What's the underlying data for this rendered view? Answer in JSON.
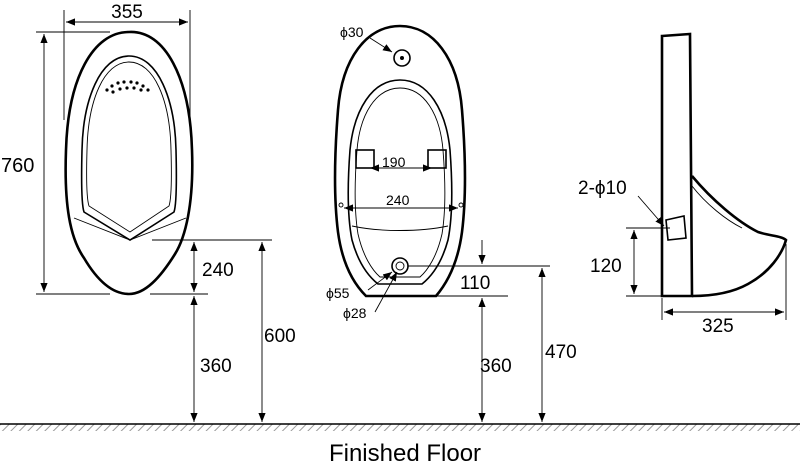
{
  "colors": {
    "line": "#000000",
    "floor_hatch": "#9a9a9a",
    "background": "#ffffff"
  },
  "front_view": {
    "width_label": "355",
    "height_label": "760",
    "outlet_height_label": "240",
    "bottom_height_label": "360",
    "total_outlet_label": "600"
  },
  "back_view": {
    "inlet_dia_label": "ϕ30",
    "bracket_spacing_label": "190",
    "hole_spacing_label": "240",
    "outlet_outer_dia_label": "ϕ55",
    "outlet_inner_dia_label": "ϕ28",
    "outlet_offset_label": "110",
    "bottom_height_label": "360",
    "outlet_floor_label": "470"
  },
  "side_view": {
    "hole_label": "2-ϕ10",
    "hole_height_label": "120",
    "depth_label": "325"
  },
  "floor": {
    "label": "Finished Floor"
  }
}
